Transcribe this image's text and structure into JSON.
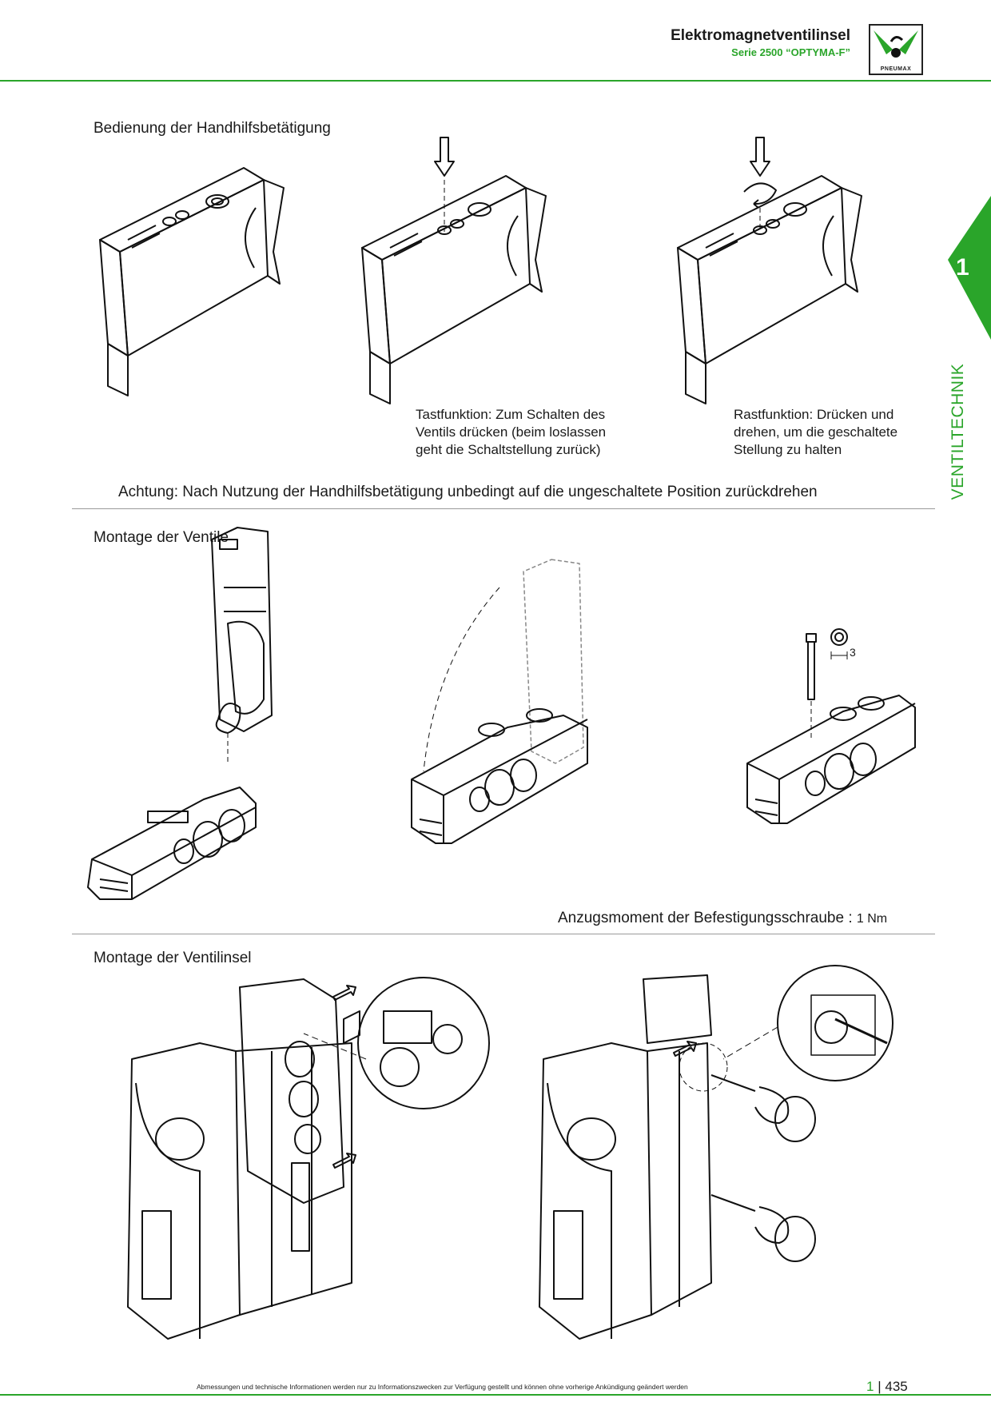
{
  "header": {
    "title": "Elektromagnetventilinsel",
    "subtitle": "Serie 2500 “OPTYMA-F”",
    "logo_text": "PNEUMAX"
  },
  "side_tab": {
    "number": "1",
    "label": "VENTILTECHNIK"
  },
  "section1": {
    "title": "Bedienung der Handhilfsbetätigung",
    "caption_push": "Tastfunktion: Zum Schalten des\nVentils drücken (beim loslassen\ngeht die Schaltstellung zurück)",
    "caption_lock": "Rastfunktion: Drücken und\ndrehen, um die geschaltete\nStellung zu halten",
    "warning": "Achtung: Nach Nutzung der Handhilfsbetätigung unbedingt auf die ungeschaltete Position zurückdrehen"
  },
  "section2": {
    "title": "Montage der Ventile",
    "key_size": "3",
    "torque_label": "Anzugsmoment der Befestigungsschraube :",
    "torque_value": "1 Nm"
  },
  "section3": {
    "title": "Montage der Ventilinsel"
  },
  "footer": {
    "disclaimer": "Abmessungen und technische Informationen werden nur zu Informationszwecken zur Verfügung gestellt und können ohne vorherige Ankündigung geändert werden",
    "chapter": "1",
    "separator": "|",
    "page": "435"
  },
  "colors": {
    "accent": "#2aa52a",
    "text": "#1a1a1a",
    "rule": "#9a9a9a"
  }
}
